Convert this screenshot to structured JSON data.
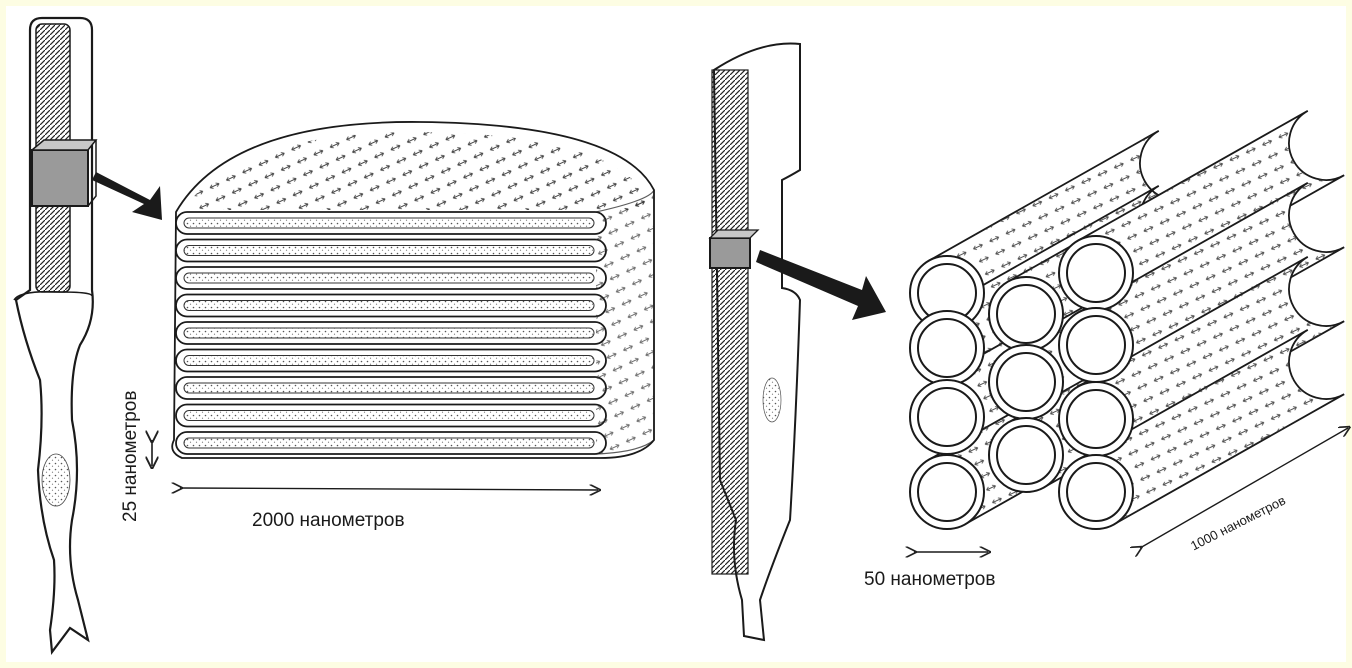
{
  "labels": {
    "rod_thickness": "25 нанометров",
    "rod_width": "2000 нанометров",
    "cone_diameter": "50 нанометров",
    "cone_length": "1000 нанометров"
  },
  "colors": {
    "background": "#fdfde3",
    "panel": "#ffffff",
    "ink": "#1a1a1a"
  }
}
